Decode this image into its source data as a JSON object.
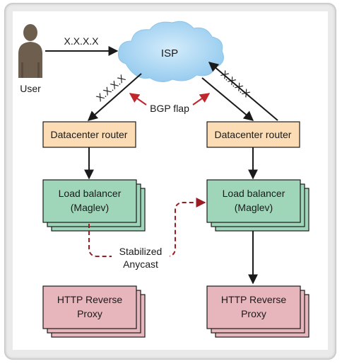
{
  "user": {
    "label": "User"
  },
  "isp": {
    "label": "ISP"
  },
  "links": {
    "user_to_isp": "X.X.X.X",
    "isp_to_left": "X.X.X.X",
    "right_to_isp": "X.X.X.X"
  },
  "bgp": {
    "label": "BGP flap"
  },
  "left": {
    "router": "Datacenter router",
    "lb_line1": "Load balancer",
    "lb_line2": "(Maglev)",
    "proxy_line1": "HTTP Reverse",
    "proxy_line2": "Proxy"
  },
  "right": {
    "router": "Datacenter router",
    "lb_line1": "Load balancer",
    "lb_line2": "(Maglev)",
    "proxy_line1": "HTTP Reverse",
    "proxy_line2": "Proxy"
  },
  "stabilized": {
    "line1": "Stabilized",
    "line2": "Anycast"
  },
  "colors": {
    "router": "#fbdcb4",
    "load_balancer": "#9fd6b9",
    "proxy": "#e7b6bd",
    "cloud": "#a9d6f3",
    "bgp_arrow": "#c0272d",
    "anycast_path": "#9b1c22"
  }
}
